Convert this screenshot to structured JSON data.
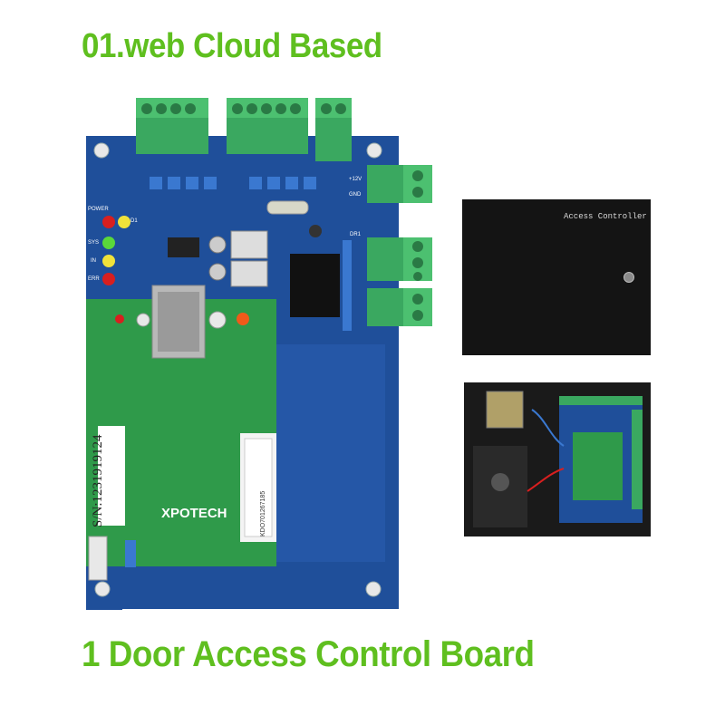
{
  "header": {
    "title": "01.web Cloud Based"
  },
  "footer": {
    "title": "1 Door Access Control Board"
  },
  "board": {
    "serial_label": "S/N:1231919124",
    "brand": "XPOTECH",
    "barcode_text": "KDO701267185",
    "silkscreen": {
      "power": "POWER",
      "sys": "SYS",
      "in": "IN",
      "err": "ERR",
      "dr1": "DR1",
      "plus12v": "+12V",
      "gnd": "GND",
      "d1": "D1"
    }
  },
  "enclosure": {
    "label": "Access Controller"
  },
  "colors": {
    "headline_green": "#5fbf1f",
    "pcb_blue": "#1f4f9a",
    "module_green": "#2f9a4a",
    "terminal_green": "#3aa860",
    "enclosure_black": "#141414"
  }
}
